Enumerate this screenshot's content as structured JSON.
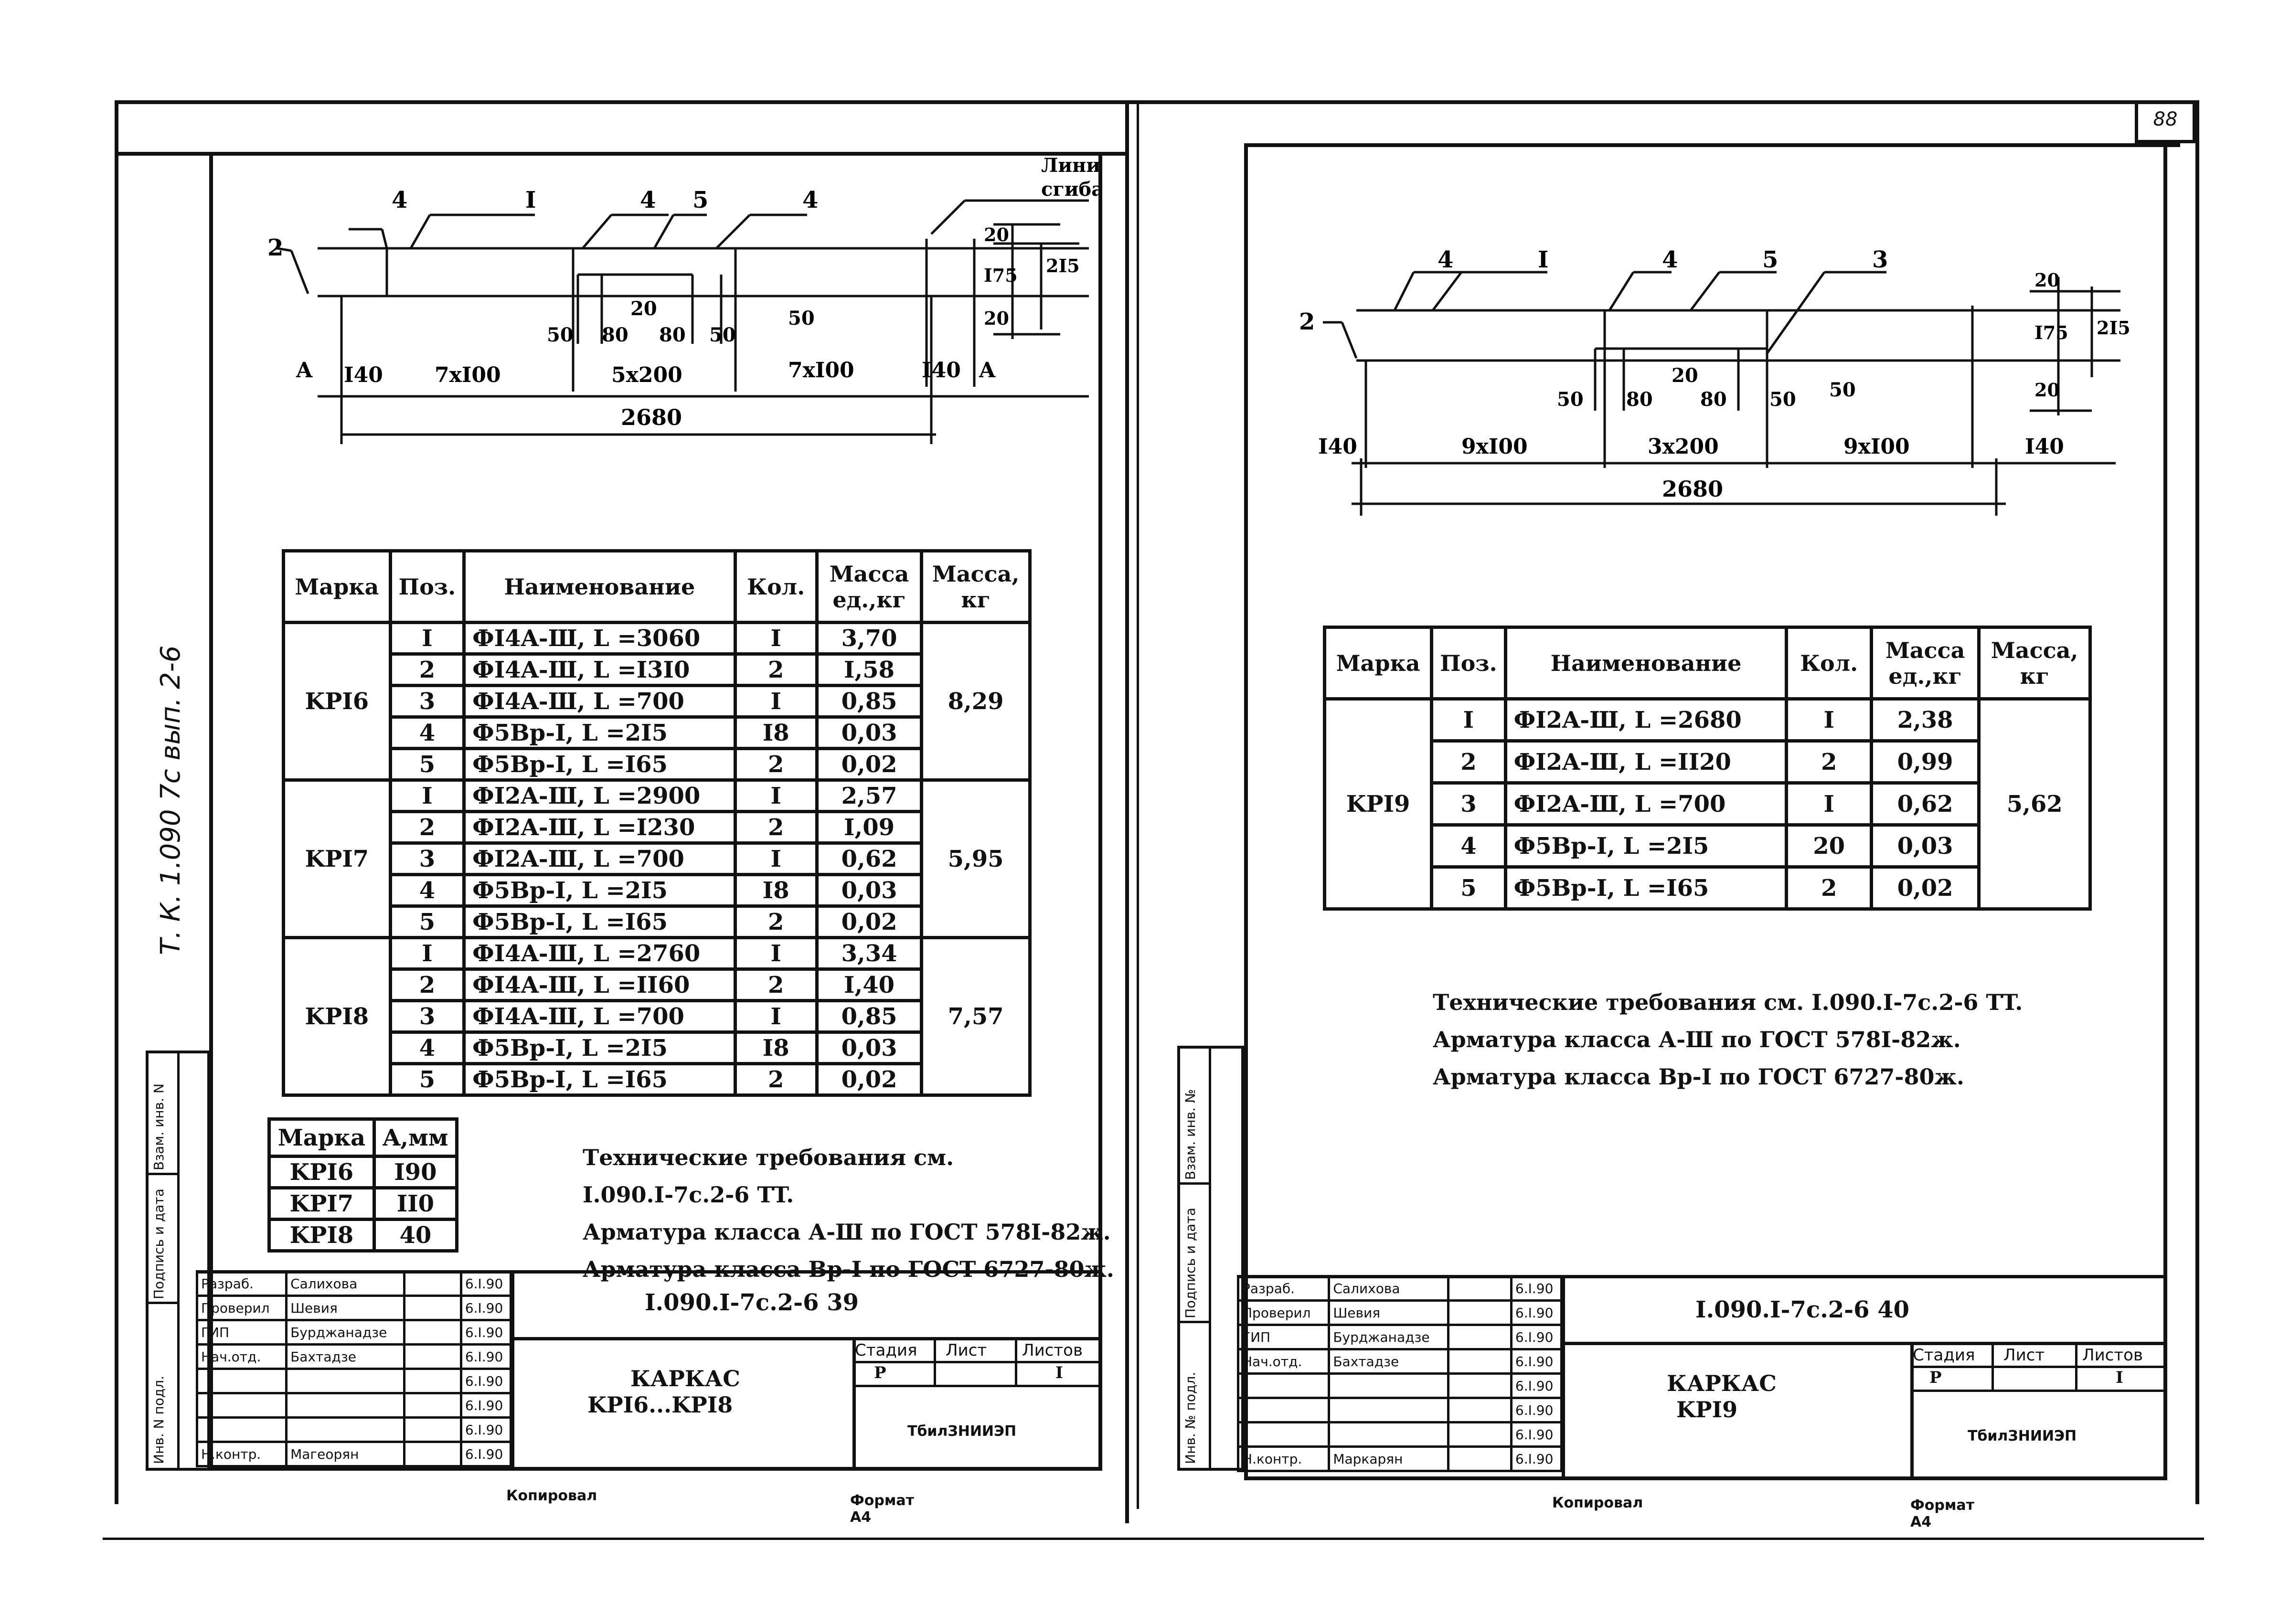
{
  "page_number": "88",
  "left_sheet": {
    "side_stamp": "Т. К. 1.090 7с вып. 2-6",
    "side_fields": [
      "Инв. N подл.",
      "Подпись и дата",
      "Взам. инв. N"
    ],
    "drawing": {
      "callouts": [
        "2",
        "4",
        "I",
        "4",
        "5",
        "4"
      ],
      "bend_line": [
        "Линия",
        "сгиба"
      ],
      "dims_bottom": [
        "I40",
        "7xI00",
        "5x200",
        "7xI00",
        "I40"
      ],
      "total": "2680",
      "section": [
        "A",
        "A"
      ],
      "inner": [
        "50",
        "80",
        "20",
        "80",
        "50",
        "50"
      ],
      "right": [
        "20",
        "I75",
        "2I5",
        "20"
      ]
    },
    "table": {
      "headers": [
        "Марка",
        "Поз.",
        "Наименование",
        "Кол.",
        "Масса ед.,кг",
        "Масса, кг"
      ],
      "groups": [
        {
          "mark": "KPI6",
          "mass": "8,29",
          "rows": [
            [
              "I",
              "ФI4A-Ш, L =3060",
              "I",
              "3,70"
            ],
            [
              "2",
              "ФI4A-Ш, L =I3I0",
              "2",
              "I,58"
            ],
            [
              "3",
              "ФI4A-Ш, L =700",
              "I",
              "0,85"
            ],
            [
              "4",
              "Ф5Bp-I, L =2I5",
              "I8",
              "0,03"
            ],
            [
              "5",
              "Ф5Bp-I, L =I65",
              "2",
              "0,02"
            ]
          ]
        },
        {
          "mark": "KPI7",
          "mass": "5,95",
          "rows": [
            [
              "I",
              "ФI2A-Ш, L =2900",
              "I",
              "2,57"
            ],
            [
              "2",
              "ФI2A-Ш, L =I230",
              "2",
              "I,09"
            ],
            [
              "3",
              "ФI2A-Ш, L =700",
              "I",
              "0,62"
            ],
            [
              "4",
              "Ф5Bp-I, L =2I5",
              "I8",
              "0,03"
            ],
            [
              "5",
              "Ф5Bp-I, L =I65",
              "2",
              "0,02"
            ]
          ]
        },
        {
          "mark": "KPI8",
          "mass": "7,57",
          "rows": [
            [
              "I",
              "ФI4A-Ш, L =2760",
              "I",
              "3,34"
            ],
            [
              "2",
              "ФI4A-Ш, L =II60",
              "2",
              "I,40"
            ],
            [
              "3",
              "ФI4A-Ш, L =700",
              "I",
              "0,85"
            ],
            [
              "4",
              "Ф5Bp-I, L =2I5",
              "I8",
              "0,03"
            ],
            [
              "5",
              "Ф5Bp-I, L =I65",
              "2",
              "0,02"
            ]
          ]
        }
      ]
    },
    "a_table": {
      "headers": [
        "Марка",
        "A,мм"
      ],
      "rows": [
        [
          "KPI6",
          "I90"
        ],
        [
          "KPI7",
          "II0"
        ],
        [
          "KPI8",
          "40"
        ]
      ]
    },
    "notes": [
      "Технические требования см.",
      "I.090.I-7c.2-6 TT.",
      "Арматура класса А-Ш по ГОСТ 578I-82ж.",
      "Арматура класса Вр-I по ГОСТ 6727-80ж."
    ],
    "title_block": {
      "code": "I.090.I-7c.2-6 39",
      "title": [
        "КАРКАС",
        "KPI6...KPI8"
      ],
      "stage_headers": [
        "Стадия",
        "Лист",
        "Листов"
      ],
      "stage": "P",
      "sheets": "I",
      "org": "ТбилЗНИИЭП",
      "roles": [
        "Разраб.",
        "Проверил",
        "ГИП",
        "Нач.отд.",
        "",
        "",
        "",
        "Н.контр."
      ],
      "names": [
        "Салихова",
        "Шевия",
        "Бурджанадзе",
        "Бахтадзе",
        "",
        "",
        "",
        "Магеорян"
      ],
      "dates": [
        "6.I.90",
        "6.I.90",
        "6.I.90",
        "6.I.90",
        "6.I.90",
        "6.I.90",
        "6.I.90",
        "6.I.90"
      ]
    },
    "footer": [
      "Копировал",
      "Формат А4"
    ]
  },
  "right_sheet": {
    "side_fields": [
      "Инв. № подл.",
      "Подпись и дата",
      "Взам. инв. №"
    ],
    "drawing": {
      "callouts": [
        "2",
        "4",
        "I",
        "4",
        "5",
        "3"
      ],
      "dims_bottom": [
        "I40",
        "9xI00",
        "3x200",
        "9xI00",
        "I40"
      ],
      "total": "2680",
      "inner": [
        "50",
        "80",
        "20",
        "80",
        "50",
        "50"
      ],
      "right": [
        "20",
        "I75",
        "2I5",
        "20"
      ]
    },
    "table": {
      "headers": [
        "Марка",
        "Поз.",
        "Наименование",
        "Кол.",
        "Масса ед.,кг",
        "Масса, кг"
      ],
      "groups": [
        {
          "mark": "KPI9",
          "mass": "5,62",
          "rows": [
            [
              "I",
              "ФI2A-Ш, L =2680",
              "I",
              "2,38"
            ],
            [
              "2",
              "ФI2A-Ш, L =II20",
              "2",
              "0,99"
            ],
            [
              "3",
              "ФI2A-Ш, L =700",
              "I",
              "0,62"
            ],
            [
              "4",
              "Ф5Bp-I, L =2I5",
              "20",
              "0,03"
            ],
            [
              "5",
              "Ф5Bp-I, L =I65",
              "2",
              "0,02"
            ]
          ]
        }
      ]
    },
    "notes": [
      "Технические требования см. I.090.I-7c.2-6 TT.",
      "Арматура класса А-Ш по ГОСТ 578I-82ж.",
      "Арматура класса Вр-I по ГОСТ 6727-80ж."
    ],
    "title_block": {
      "code": "I.090.I-7c.2-6 40",
      "title": [
        "КАРКАС",
        "KPI9"
      ],
      "stage_headers": [
        "Стадия",
        "Лист",
        "Листов"
      ],
      "stage": "P",
      "sheets": "I",
      "org": "ТбилЗНИИЭП",
      "roles": [
        "Разраб.",
        "Проверил",
        "ГИП",
        "Нач.отд.",
        "",
        "",
        "",
        "Н.контр."
      ],
      "names": [
        "Салихова",
        "Шевия",
        "Бурджанадзе",
        "Бахтадзе",
        "",
        "",
        "",
        "Маркарян"
      ],
      "dates": [
        "6.I.90",
        "6.I.90",
        "6.I.90",
        "6.I.90",
        "6.I.90",
        "6.I.90",
        "6.I.90",
        "6.I.90"
      ]
    },
    "footer": [
      "Копировал",
      "Формат А4"
    ]
  }
}
